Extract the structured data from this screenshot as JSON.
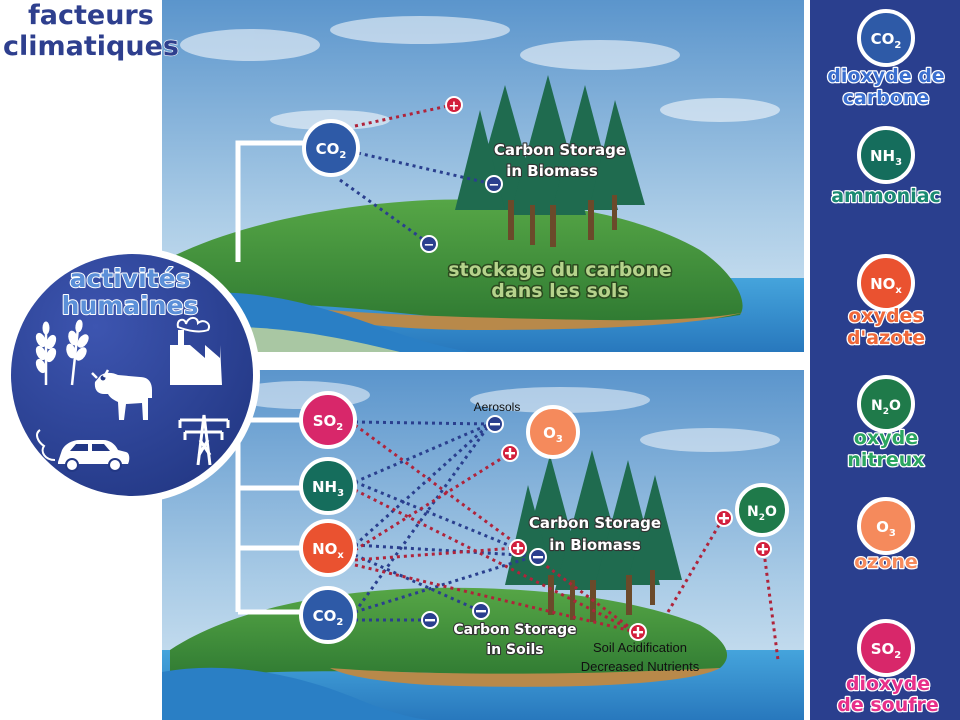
{
  "title": {
    "line1": "facteurs",
    "line2": "climatiques"
  },
  "human_activities": {
    "line1": "activités",
    "line2": "humaines",
    "icons": [
      "wheat-icon",
      "factory-icon",
      "cow-icon",
      "car-icon",
      "power-pylon-icon"
    ]
  },
  "top_scene": {
    "molecule": {
      "base": "CO",
      "sub": "2"
    },
    "trees_label": [
      "Carbon Storage",
      "in Biomass"
    ],
    "soil_label": [
      "stockage du carbone",
      "dans les sols"
    ],
    "effects": [
      "+",
      "−",
      "−"
    ]
  },
  "bottom_scene": {
    "molecules": [
      {
        "base": "SO",
        "sub": "2",
        "color": "#d8276a"
      },
      {
        "base": "NH",
        "sub": "3",
        "color": "#156d5c"
      },
      {
        "base": "NO",
        "sub": "x",
        "color": "#ea5230"
      },
      {
        "base": "CO",
        "sub": "2",
        "color": "#2e5aa7"
      }
    ],
    "ozone": {
      "base": "O",
      "sub": "3",
      "color": "#f58a5c"
    },
    "n2o": {
      "base": "N",
      "sub": "2",
      "tail": "O",
      "color": "#1f7a4a"
    },
    "aerosols_label": "Aerosols",
    "trees_label": [
      "Carbon Storage",
      "in Biomass"
    ],
    "soils_label": [
      "Carbon Storage",
      "in Soils"
    ],
    "acid_label": [
      "Soil Acidification",
      "Decreased Nutrients"
    ]
  },
  "legend": [
    {
      "base": "CO",
      "sub": "2",
      "tail": "",
      "name": [
        "dioxyde de",
        "carbone"
      ],
      "color": "#2e5aa7",
      "text_color": "#3a6fd0"
    },
    {
      "base": "NH",
      "sub": "3",
      "tail": "",
      "name": [
        "ammoniac"
      ],
      "color": "#156d5c",
      "text_color": "#1a8a72"
    },
    {
      "base": "NO",
      "sub": "x",
      "tail": "",
      "name": [
        "oxydes",
        "d'azote"
      ],
      "color": "#ea5230",
      "text_color": "#f0683a"
    },
    {
      "base": "N",
      "sub": "2",
      "tail": "O",
      "name": [
        "oxyde",
        "nitreux"
      ],
      "color": "#1f7a4a",
      "text_color": "#2aa560"
    },
    {
      "base": "O",
      "sub": "3",
      "tail": "",
      "name": [
        "ozone"
      ],
      "color": "#f58a5c",
      "text_color": "#f78b5c"
    },
    {
      "base": "SO",
      "sub": "2",
      "tail": "",
      "name": [
        "dioxyde",
        "de soufre"
      ],
      "color": "#d8276a",
      "text_color": "#e8308a"
    }
  ],
  "colors": {
    "panel_blue": "#2a3f8e",
    "plus_line": "#b0233a",
    "minus_line": "#2a3f8e",
    "sky": "#7fb2dc",
    "grass": "#3f8f3a",
    "water": "#2e86c8"
  }
}
